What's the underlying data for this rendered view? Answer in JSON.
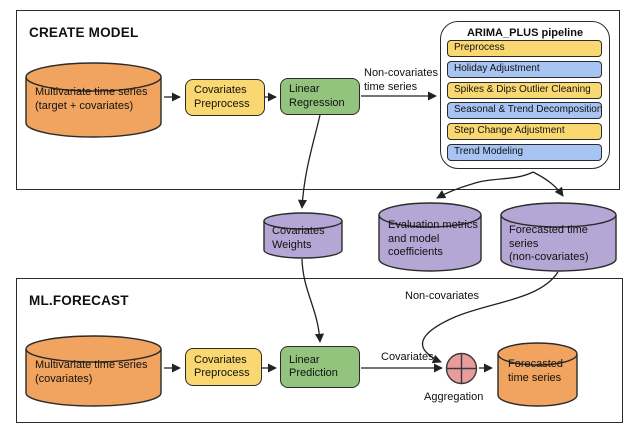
{
  "palette": {
    "orange": "#F1A45F",
    "yellow": "#FAD871",
    "green": "#93C47D",
    "blue": "#A7C4F2",
    "purple": "#B5A7D5",
    "pink": "#E89C9C",
    "outline": "#2b2b2b"
  },
  "create_model": {
    "title": "CREATE MODEL",
    "source": {
      "line1": "Multivariate time series",
      "line2": "(target + covariates)"
    },
    "preprocess": {
      "line1": "Covariates",
      "line2": "Preprocess"
    },
    "regression": {
      "line1": "Linear",
      "line2": "Regression"
    },
    "edge_label": {
      "line1": "Non-covariates",
      "line2": "time series"
    },
    "pipeline": {
      "title": "ARIMA_PLUS pipeline",
      "steps": [
        {
          "label": "Preprocess",
          "color": "#FAD871"
        },
        {
          "label": "Holiday Adjustment",
          "color": "#A7C4F2"
        },
        {
          "label": "Spikes & Dips Outlier Cleaning",
          "color": "#FAD871"
        },
        {
          "label": "Seasonal & Trend Decomposition",
          "color": "#A7C4F2"
        },
        {
          "label": "Step Change Adjustment",
          "color": "#FAD871"
        },
        {
          "label": "Trend Modeling",
          "color": "#A7C4F2"
        }
      ]
    }
  },
  "intermediate": {
    "covariates_weights": {
      "line1": "Covariates",
      "line2": "Weights"
    },
    "evaluation": {
      "line1": "Evaluation metrics",
      "line2": "and model",
      "line3": "coefficients"
    },
    "forecast_noncov": {
      "line1": "Forecasted time series",
      "line2": "(non-covariates)"
    }
  },
  "ml_forecast": {
    "title": "ML.FORECAST",
    "source": {
      "line1": "Multivariate time series",
      "line2": "(covariates)"
    },
    "preprocess": {
      "line1": "Covariates",
      "line2": "Preprocess"
    },
    "prediction": {
      "line1": "Linear",
      "line2": "Prediction"
    },
    "labels": {
      "covariates": "Covariates",
      "non_covariates": "Non-covariates",
      "aggregation": "Aggregation"
    },
    "output": {
      "line1": "Forecasted",
      "line2": "time series"
    }
  }
}
